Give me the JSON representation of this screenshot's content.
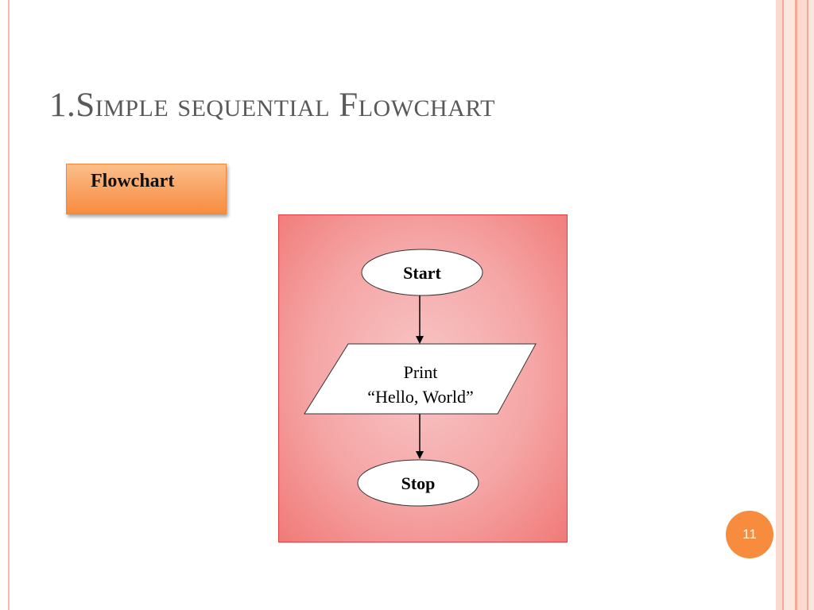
{
  "slide": {
    "title": "1.Simple sequential Flowchart",
    "label": "Flowchart",
    "page_number": "11"
  },
  "flowchart": {
    "nodes": [
      {
        "id": "start",
        "shape": "oval",
        "text": "Start"
      },
      {
        "id": "print",
        "shape": "parallelogram",
        "line1": "Print",
        "line2": "“Hello, World”"
      },
      {
        "id": "stop",
        "shape": "oval",
        "text": "Stop"
      }
    ],
    "edges": [
      {
        "from": "start",
        "to": "print"
      },
      {
        "from": "print",
        "to": "stop"
      }
    ]
  },
  "colors": {
    "accent_orange": "#f78c3f",
    "panel_red": "#f07a78",
    "title_gray": "#595959"
  }
}
